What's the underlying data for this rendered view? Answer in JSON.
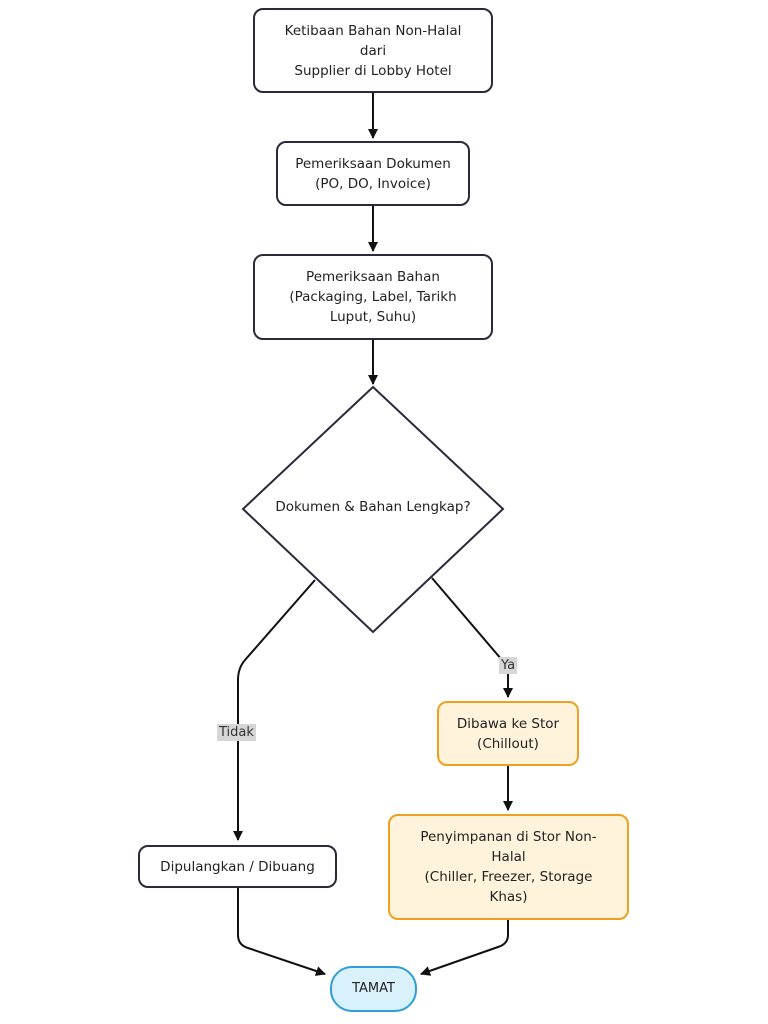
{
  "nodes": {
    "arrival": [
      "Ketibaan Bahan Non-Halal",
      "dari",
      "Supplier di Lobby Hotel"
    ],
    "doc_check": [
      "Pemeriksaan Dokumen",
      "(PO, DO, Invoice)"
    ],
    "material_check": [
      "Pemeriksaan Bahan",
      "(Packaging, Label, Tarikh",
      "Luput, Suhu)"
    ],
    "decision": "Dokumen & Bahan Lengkap?",
    "store_chillout": [
      "Dibawa ke Stor",
      "(Chillout)"
    ],
    "storage": [
      "Penyimpanan di Stor Non-",
      "Halal",
      "(Chiller, Freezer, Storage",
      "Khas)"
    ],
    "reject": "Dipulangkan / Dibuang",
    "end": "TAMAT"
  },
  "edge_labels": {
    "yes": "Ya",
    "no": "Tidak"
  },
  "colors": {
    "stroke": "#2a2a3c",
    "orange_border": "#f0a020",
    "orange_fill": "#fff3dc",
    "end_border": "#2f9ed8",
    "end_fill": "#d9f1fb",
    "label_bg": "#d6d6d6"
  }
}
